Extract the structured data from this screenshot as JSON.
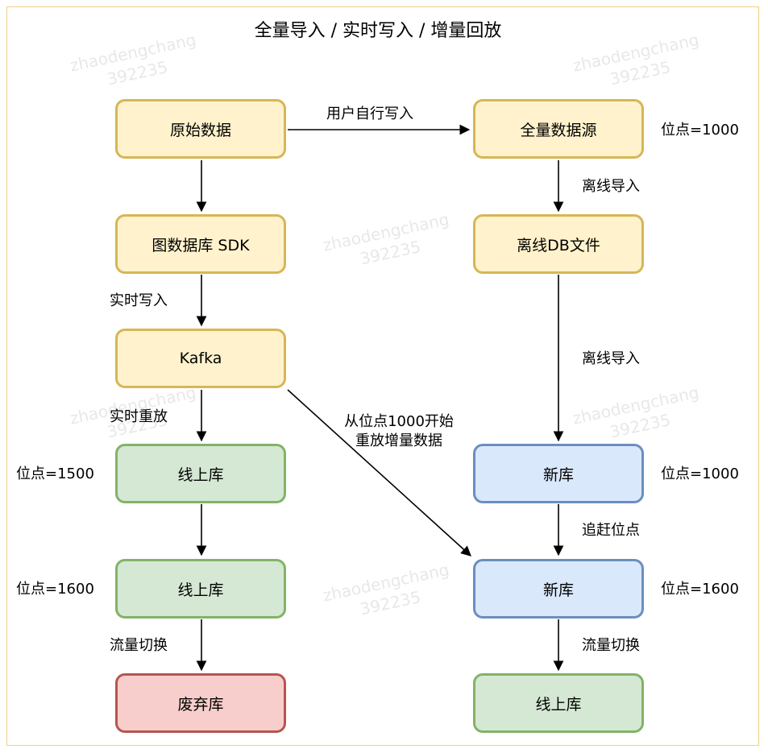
{
  "title": "全量导入 / 实时写入 / 增量回放",
  "nodes": {
    "raw_data": "原始数据",
    "graph_sdk": "图数据库 SDK",
    "kafka": "Kafka",
    "online_db_1": "线上库",
    "online_db_2": "线上库",
    "discarded_db": "废弃库",
    "full_source": "全量数据源",
    "offline_db_file": "离线DB文件",
    "new_db_1": "新库",
    "new_db_2": "新库",
    "online_db_3": "线上库"
  },
  "edge_labels": {
    "user_write": "用户自行写入",
    "realtime_write": "实时写入",
    "realtime_replay": "实时重放",
    "traffic_switch_left": "流量切换",
    "offline_import_1": "离线导入",
    "offline_import_2": "离线导入",
    "catch_up": "追赶位点",
    "traffic_switch_right": "流量切换",
    "replay_line1": "从位点1000开始",
    "replay_line2": "重放增量数据"
  },
  "offsets": {
    "full_source": "位点=1000",
    "online_db_1": "位点=1500",
    "online_db_2": "位点=1600",
    "new_db_1": "位点=1000",
    "new_db_2": "位点=1600"
  },
  "watermark": {
    "line1": "zhaodengchang",
    "line2": "392235"
  },
  "colors": {
    "frame": "#f0d084",
    "yellow_fill": "#fff2cc",
    "yellow_stroke": "#d6b656",
    "green_fill": "#d5e8d4",
    "green_stroke": "#82b366",
    "blue_fill": "#dae8fc",
    "blue_stroke": "#6c8ebf",
    "red_fill": "#f8cecc",
    "red_stroke": "#b85450"
  }
}
